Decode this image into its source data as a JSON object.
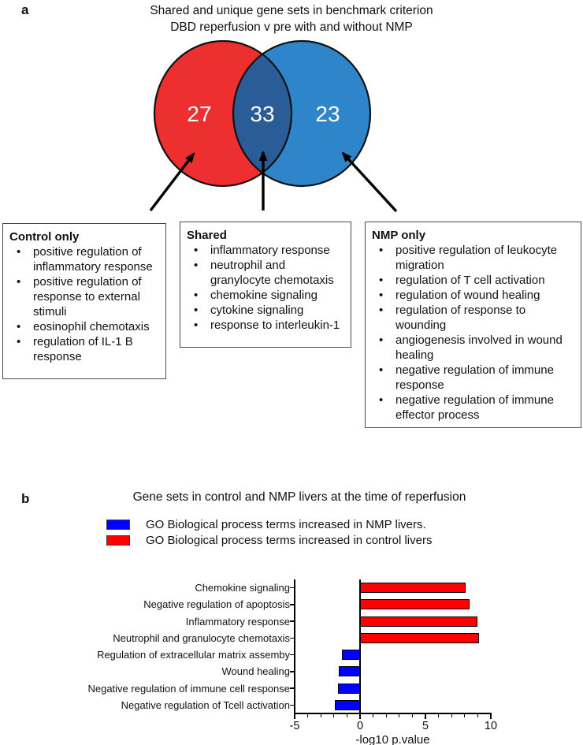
{
  "panel_a": {
    "label": "a",
    "title_line1": "Shared and unique gene sets in benchmark criterion",
    "title_line2": "DBD reperfusion v pre with and without NMP",
    "venn": {
      "left_count": "27",
      "overlap_count": "33",
      "right_count": "23",
      "left_color": "#ee2f2f",
      "right_color": "#2f85c9",
      "overlap_color": "#2a5c97",
      "outline_color": "#111111",
      "count_text_color": "#ffffff"
    },
    "boxes": [
      {
        "title": "Control only",
        "items": [
          "positive regulation of inflammatory response",
          "positive regulation of response to external stimuli",
          "eosinophil chemotaxis",
          "regulation of IL-1 B response"
        ]
      },
      {
        "title": "Shared",
        "items": [
          "inflammatory response",
          "neutrophil and granylocyte chemotaxis",
          "chemokine signaling",
          "cytokine signaling",
          "response to interleukin-1"
        ]
      },
      {
        "title": "NMP only",
        "items": [
          "positive regulation of leukocyte migration",
          "regulation of T cell activation",
          "regulation of wound healing",
          "regulation of response to wounding",
          "angiogenesis involved in wound healing",
          "negative regulation of immune response",
          "negative regulation of immune effector process"
        ]
      }
    ]
  },
  "panel_b": {
    "label": "b",
    "title": "Gene sets in control and NMP livers at the time of reperfusion"
  },
  "chart_data": {
    "type": "bar",
    "orientation": "horizontal",
    "title": "Gene sets in control and NMP livers at the time of reperfusion",
    "categories": [
      "Chemokine signaling",
      "Negative regulation of apoptosis",
      "Inflammatory response",
      "Neutrophil and granulocyte chemotaxis",
      "Regulation of extracellular matrix assemby",
      "Wound healing",
      "Negative regulation of immune cell response",
      "Negative regulation of Tcell activation"
    ],
    "values": [
      8.1,
      8.4,
      9.0,
      9.1,
      -1.4,
      -1.6,
      -1.7,
      -1.9
    ],
    "xlabel": "-log10 p.value",
    "xlim": [
      -5,
      10
    ],
    "xticks": [
      -5,
      0,
      5,
      10
    ],
    "minor_tick_step": 1,
    "grid": false,
    "bar_colors": {
      "positive": "#ff0000",
      "negative": "#0000ff"
    },
    "legend_position": "top",
    "legend": [
      {
        "color": "#0000ff",
        "label": "GO Biological process terms increased in NMP livers."
      },
      {
        "color": "#ff0000",
        "label": "GO Biological process terms increased in control livers"
      }
    ]
  }
}
